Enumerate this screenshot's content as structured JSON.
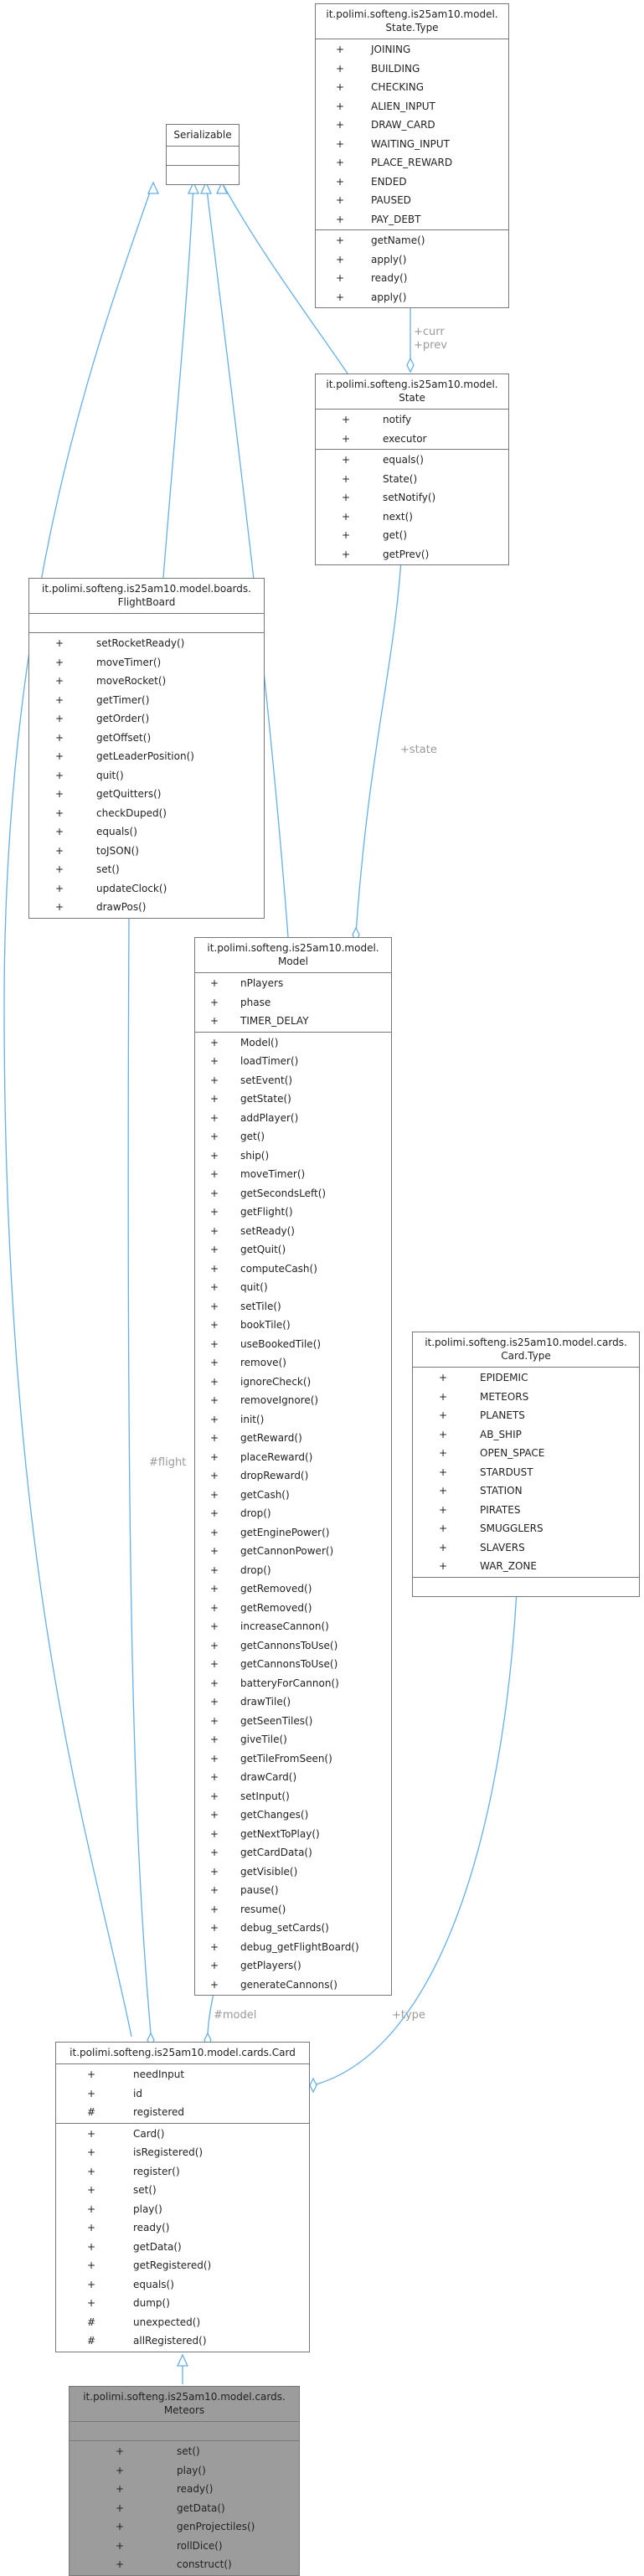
{
  "serializable": {
    "title_lines": [
      "Serializable"
    ],
    "attributes": [],
    "methods": []
  },
  "state_type": {
    "title_lines": [
      "it.polimi.softeng.is25am10.model.",
      "State.Type"
    ],
    "attributes": [
      {
        "vis": "+",
        "name": "JOINING"
      },
      {
        "vis": "+",
        "name": "BUILDING"
      },
      {
        "vis": "+",
        "name": "CHECKING"
      },
      {
        "vis": "+",
        "name": "ALIEN_INPUT"
      },
      {
        "vis": "+",
        "name": "DRAW_CARD"
      },
      {
        "vis": "+",
        "name": "WAITING_INPUT"
      },
      {
        "vis": "+",
        "name": "PLACE_REWARD"
      },
      {
        "vis": "+",
        "name": "ENDED"
      },
      {
        "vis": "+",
        "name": "PAUSED"
      },
      {
        "vis": "+",
        "name": "PAY_DEBT"
      }
    ],
    "methods": [
      {
        "vis": "+",
        "name": "getName()"
      },
      {
        "vis": "+",
        "name": "apply()"
      },
      {
        "vis": "+",
        "name": "ready()"
      },
      {
        "vis": "+",
        "name": "apply()"
      }
    ]
  },
  "state": {
    "title_lines": [
      "it.polimi.softeng.is25am10.model.",
      "State"
    ],
    "attributes": [
      {
        "vis": "+",
        "name": "notify"
      },
      {
        "vis": "+",
        "name": "executor"
      }
    ],
    "methods": [
      {
        "vis": "+",
        "name": "equals()"
      },
      {
        "vis": "+",
        "name": "State()"
      },
      {
        "vis": "+",
        "name": "setNotify()"
      },
      {
        "vis": "+",
        "name": "next()"
      },
      {
        "vis": "+",
        "name": "get()"
      },
      {
        "vis": "+",
        "name": "getPrev()"
      }
    ]
  },
  "flight_board": {
    "title_lines": [
      "it.polimi.softeng.is25am10.model.boards.",
      "FlightBoard"
    ],
    "attributes": [],
    "methods": [
      {
        "vis": "+",
        "name": "setRocketReady()"
      },
      {
        "vis": "+",
        "name": "moveTimer()"
      },
      {
        "vis": "+",
        "name": "moveRocket()"
      },
      {
        "vis": "+",
        "name": "getTimer()"
      },
      {
        "vis": "+",
        "name": "getOrder()"
      },
      {
        "vis": "+",
        "name": "getOffset()"
      },
      {
        "vis": "+",
        "name": "getLeaderPosition()"
      },
      {
        "vis": "+",
        "name": "quit()"
      },
      {
        "vis": "+",
        "name": "getQuitters()"
      },
      {
        "vis": "+",
        "name": "checkDuped()"
      },
      {
        "vis": "+",
        "name": "equals()"
      },
      {
        "vis": "+",
        "name": "toJSON()"
      },
      {
        "vis": "+",
        "name": "set()"
      },
      {
        "vis": "+",
        "name": "updateClock()"
      },
      {
        "vis": "+",
        "name": "drawPos()"
      }
    ]
  },
  "model": {
    "title_lines": [
      "it.polimi.softeng.is25am10.model.",
      "Model"
    ],
    "attributes": [
      {
        "vis": "+",
        "name": "nPlayers"
      },
      {
        "vis": "+",
        "name": "phase"
      },
      {
        "vis": "+",
        "name": "TIMER_DELAY"
      }
    ],
    "methods": [
      {
        "vis": "+",
        "name": "Model()"
      },
      {
        "vis": "+",
        "name": "loadTimer()"
      },
      {
        "vis": "+",
        "name": "setEvent()"
      },
      {
        "vis": "+",
        "name": "getState()"
      },
      {
        "vis": "+",
        "name": "addPlayer()"
      },
      {
        "vis": "+",
        "name": "get()"
      },
      {
        "vis": "+",
        "name": "ship()"
      },
      {
        "vis": "+",
        "name": "moveTimer()"
      },
      {
        "vis": "+",
        "name": "getSecondsLeft()"
      },
      {
        "vis": "+",
        "name": "getFlight()"
      },
      {
        "vis": "+",
        "name": "setReady()"
      },
      {
        "vis": "+",
        "name": "getQuit()"
      },
      {
        "vis": "+",
        "name": "computeCash()"
      },
      {
        "vis": "+",
        "name": "quit()"
      },
      {
        "vis": "+",
        "name": "setTile()"
      },
      {
        "vis": "+",
        "name": "bookTile()"
      },
      {
        "vis": "+",
        "name": "useBookedTile()"
      },
      {
        "vis": "+",
        "name": "remove()"
      },
      {
        "vis": "+",
        "name": "ignoreCheck()"
      },
      {
        "vis": "+",
        "name": "removeIgnore()"
      },
      {
        "vis": "+",
        "name": "init()"
      },
      {
        "vis": "+",
        "name": "getReward()"
      },
      {
        "vis": "+",
        "name": "placeReward()"
      },
      {
        "vis": "+",
        "name": "dropReward()"
      },
      {
        "vis": "+",
        "name": "getCash()"
      },
      {
        "vis": "+",
        "name": "drop()"
      },
      {
        "vis": "+",
        "name": "getEnginePower()"
      },
      {
        "vis": "+",
        "name": "getCannonPower()"
      },
      {
        "vis": "+",
        "name": "drop()"
      },
      {
        "vis": "+",
        "name": "getRemoved()"
      },
      {
        "vis": "+",
        "name": "getRemoved()"
      },
      {
        "vis": "+",
        "name": "increaseCannon()"
      },
      {
        "vis": "+",
        "name": "getCannonsToUse()"
      },
      {
        "vis": "+",
        "name": "getCannonsToUse()"
      },
      {
        "vis": "+",
        "name": "batteryForCannon()"
      },
      {
        "vis": "+",
        "name": "drawTile()"
      },
      {
        "vis": "+",
        "name": "getSeenTiles()"
      },
      {
        "vis": "+",
        "name": "giveTile()"
      },
      {
        "vis": "+",
        "name": "getTileFromSeen()"
      },
      {
        "vis": "+",
        "name": "drawCard()"
      },
      {
        "vis": "+",
        "name": "setInput()"
      },
      {
        "vis": "+",
        "name": "getChanges()"
      },
      {
        "vis": "+",
        "name": "getNextToPlay()"
      },
      {
        "vis": "+",
        "name": "getCardData()"
      },
      {
        "vis": "+",
        "name": "getVisible()"
      },
      {
        "vis": "+",
        "name": "pause()"
      },
      {
        "vis": "+",
        "name": "resume()"
      },
      {
        "vis": "+",
        "name": "debug_setCards()"
      },
      {
        "vis": "+",
        "name": "debug_getFlightBoard()"
      },
      {
        "vis": "+",
        "name": "getPlayers()"
      },
      {
        "vis": "+",
        "name": "generateCannons()"
      }
    ]
  },
  "card_type": {
    "title_lines": [
      "it.polimi.softeng.is25am10.model.cards.",
      "Card.Type"
    ],
    "attributes": [
      {
        "vis": "+",
        "name": "EPIDEMIC"
      },
      {
        "vis": "+",
        "name": "METEORS"
      },
      {
        "vis": "+",
        "name": "PLANETS"
      },
      {
        "vis": "+",
        "name": "AB_SHIP"
      },
      {
        "vis": "+",
        "name": "OPEN_SPACE"
      },
      {
        "vis": "+",
        "name": "STARDUST"
      },
      {
        "vis": "+",
        "name": "STATION"
      },
      {
        "vis": "+",
        "name": "PIRATES"
      },
      {
        "vis": "+",
        "name": "SMUGGLERS"
      },
      {
        "vis": "+",
        "name": "SLAVERS"
      },
      {
        "vis": "+",
        "name": "WAR_ZONE"
      }
    ],
    "methods": []
  },
  "card": {
    "title_lines": [
      "it.polimi.softeng.is25am10.model.cards.Card"
    ],
    "attributes": [
      {
        "vis": "+",
        "name": "needInput"
      },
      {
        "vis": "+",
        "name": "id"
      },
      {
        "vis": "#",
        "name": "registered"
      }
    ],
    "methods": [
      {
        "vis": "+",
        "name": "Card()"
      },
      {
        "vis": "+",
        "name": "isRegistered()"
      },
      {
        "vis": "+",
        "name": "register()"
      },
      {
        "vis": "+",
        "name": "set()"
      },
      {
        "vis": "+",
        "name": "play()"
      },
      {
        "vis": "+",
        "name": "ready()"
      },
      {
        "vis": "+",
        "name": "getData()"
      },
      {
        "vis": "+",
        "name": "getRegistered()"
      },
      {
        "vis": "+",
        "name": "equals()"
      },
      {
        "vis": "+",
        "name": "dump()"
      },
      {
        "vis": "#",
        "name": "unexpected()"
      },
      {
        "vis": "#",
        "name": "allRegistered()"
      }
    ]
  },
  "meteors": {
    "title_lines": [
      "it.polimi.softeng.is25am10.model.cards.",
      "Meteors"
    ],
    "attributes": [],
    "methods": [
      {
        "vis": "+",
        "name": "set()"
      },
      {
        "vis": "+",
        "name": "play()"
      },
      {
        "vis": "+",
        "name": "ready()"
      },
      {
        "vis": "+",
        "name": "getData()"
      },
      {
        "vis": "+",
        "name": "genProjectiles()"
      },
      {
        "vis": "+",
        "name": "rollDice()"
      },
      {
        "vis": "+",
        "name": "construct()"
      }
    ]
  },
  "edge_labels": {
    "curr": "+curr",
    "prev": "+prev",
    "state": "+state",
    "flight": "#flight",
    "model": "#model",
    "type": "+type"
  },
  "colors": {
    "edge": "#63b0ec",
    "highlight_fill": "#9c9c9c",
    "border": "#777777",
    "label": "#9a9a9a"
  }
}
